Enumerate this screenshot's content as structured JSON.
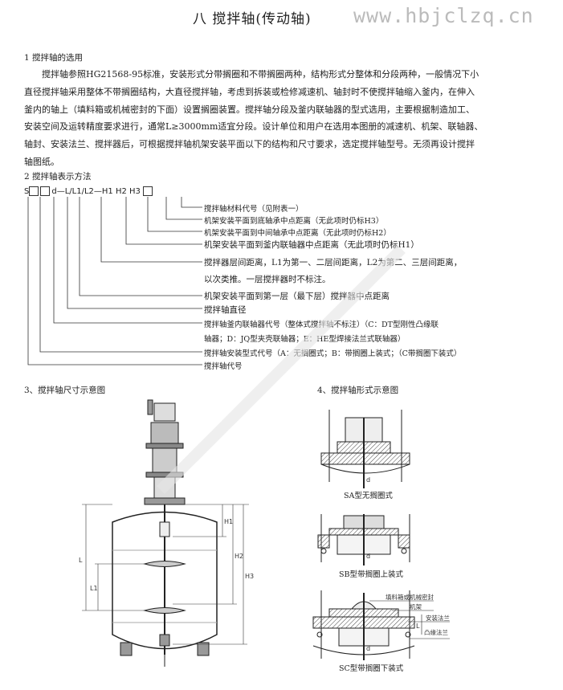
{
  "header": {
    "title": "八  搅拌轴(传动轴)",
    "website": "www.hbjclzq.cn"
  },
  "section1": {
    "heading": "1  搅拌轴的选用",
    "lines": [
      "搅拌轴参照HG21568-95标准，安装形式分带搁圈和不带搁圈两种，结构形式分整体和分段两种，一般情况下小",
      "直径搅拌轴采用整体不带搁圈结构，大直径搅拌轴，考虑到拆装或检修减速机、轴封时不使搅拌轴缩入釜内，在伸入",
      "釜内的轴上（填料箱或机械密封的下面）设置搁圈装置。搅拌轴分段及釜内联轴器的型式选用，主要根据制造加工、",
      "安装空间及运转精度要求进行，通常L≥3000mm适宜分段。设计单位和用户在选用本图册的减速机、机架、联轴器、",
      "轴封、安装法兰、搅拌器后，可根据搅拌轴机架安装平面以下的结构和尺寸要求，选定搅拌轴型号。无须再设计搅拌",
      "轴图纸。"
    ]
  },
  "section2": {
    "heading": "2  搅拌轴表示方法",
    "notation_prefix": "S",
    "notation_mid": "d—L/L1/L2—H1  H2  H3",
    "legend": [
      "搅拌轴材料代号（见附表一）",
      "机架安装平面到底轴承中点距离（无此项时仍标H3）",
      "机架安装平面到中间轴承中点距离（无此项时仍标H2）",
      "机架安装平面到釜内联轴器中点距离（无此项时仍标H1）",
      "搅拌器层间距离，L1为第一、二层间距离，L2为第二、三层间距离，",
      "以次类推。一层搅拌器时不标注。",
      "机架安装平面到第一层（最下层）搅拌器中点距离",
      "搅拌轴直径",
      "搅拌轴釜内联轴器代号（整体式搅拌轴不标注）（C：DT型刚性凸缘联",
      "轴器；D：JQ型夹壳联轴器；E：HE型焊接法兰式联轴器）",
      "搅拌轴安装型式代号（A：无搁圈式；B：带搁圈上装式；（C带搁圈下装式）",
      "搅拌轴代号"
    ]
  },
  "section3": {
    "heading": "3、搅拌轴尺寸示意图",
    "dims": [
      "H1",
      "H2",
      "H3",
      "L",
      "L1"
    ]
  },
  "section4": {
    "heading": "4、搅拌轴形式示意图",
    "dim_d": "d",
    "dim_l": "L",
    "captions": [
      "SA型无搁圈式",
      "SB型带搁圈上装式",
      "SC型带搁圈下装式"
    ],
    "labels": [
      "填料箱或机械密封",
      "机架",
      "安装法兰",
      "凸缘法兰"
    ]
  },
  "colors": {
    "text": "#222222",
    "website": "#bbbbbb",
    "hatch": "#444444"
  }
}
